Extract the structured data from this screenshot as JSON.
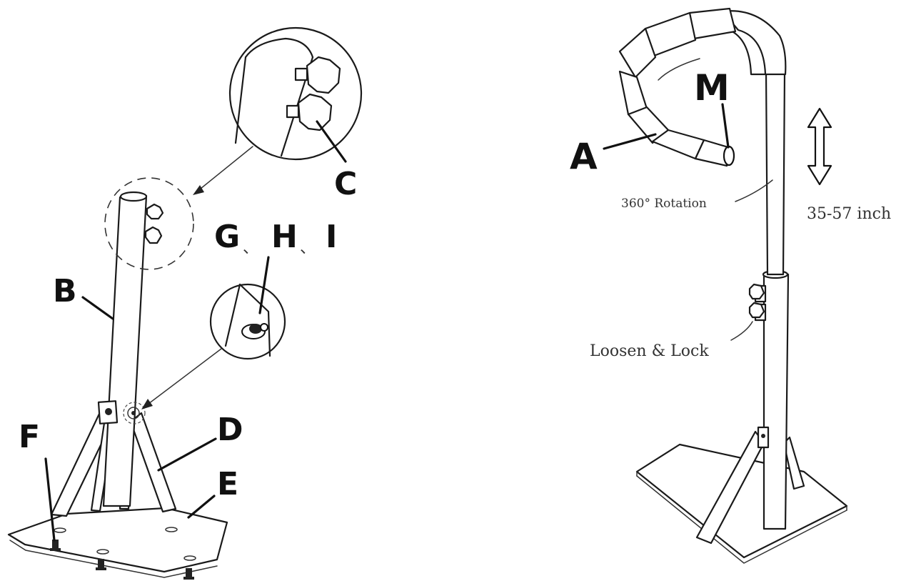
{
  "left_figure": {
    "labels": {
      "B": "B",
      "C": "C",
      "D": "D",
      "E": "E",
      "F": "F",
      "G": "G",
      "H": "H",
      "I": "I"
    },
    "separators": [
      "、",
      "、"
    ]
  },
  "right_figure": {
    "labels": {
      "A": "A",
      "M": "M"
    },
    "rotation_note": "360° Rotation",
    "height_range": "35-57 inch",
    "lock_note": "Loosen & Lock"
  }
}
